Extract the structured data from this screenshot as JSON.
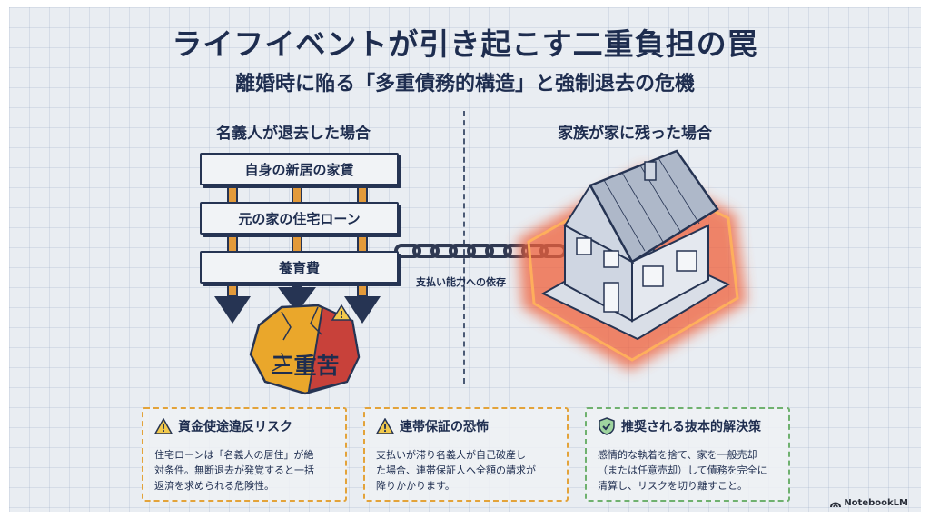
{
  "title": "ライフイベントが引き起こす二重負担の罠",
  "subtitle": "離婚時に陥る「多重債務的構造」と強制退去の危機",
  "left_section": {
    "label": "名義人が退去した場合",
    "burdens": [
      "自身の新居の家賃",
      "元の家の住宅ローン",
      "養育費"
    ],
    "result_label": "三重苦"
  },
  "right_section": {
    "label": "家族が家に残った場合"
  },
  "chain_label": "支払い能力への依存",
  "cards": [
    {
      "title": "資金使途違反リスク",
      "icon": "warning-icon",
      "border_color": "#e3a33a",
      "lines": [
        "住宅ローンは「名義人の居住」が絶",
        "対条件。無断退去が発覚すると一括",
        "返済を求められる危険性。"
      ]
    },
    {
      "title": "連帯保証の恐怖",
      "icon": "warning-icon",
      "border_color": "#e3a33a",
      "lines": [
        "支払いが滞り名義人が自己破産し",
        "た場合、連帯保証人へ全額の請求が",
        "降りかかります。"
      ]
    },
    {
      "title": "推奨される抜本的解決策",
      "icon": "shield-check-icon",
      "border_color": "#6fb16f",
      "lines": [
        "感情的な執着を捨て、家を一般売却",
        "（または任意売却）して債務を完全に",
        "清算し、リスクを切り離すこと。"
      ]
    }
  ],
  "brand": "NotebookLM",
  "colors": {
    "navy": "#1e2d4f",
    "warning_orange": "#e3a33a",
    "safe_green": "#6fb16f",
    "danger_glow": "#f0613a",
    "rock_yellow": "#eaa72b",
    "rock_red": "#c8413a"
  }
}
